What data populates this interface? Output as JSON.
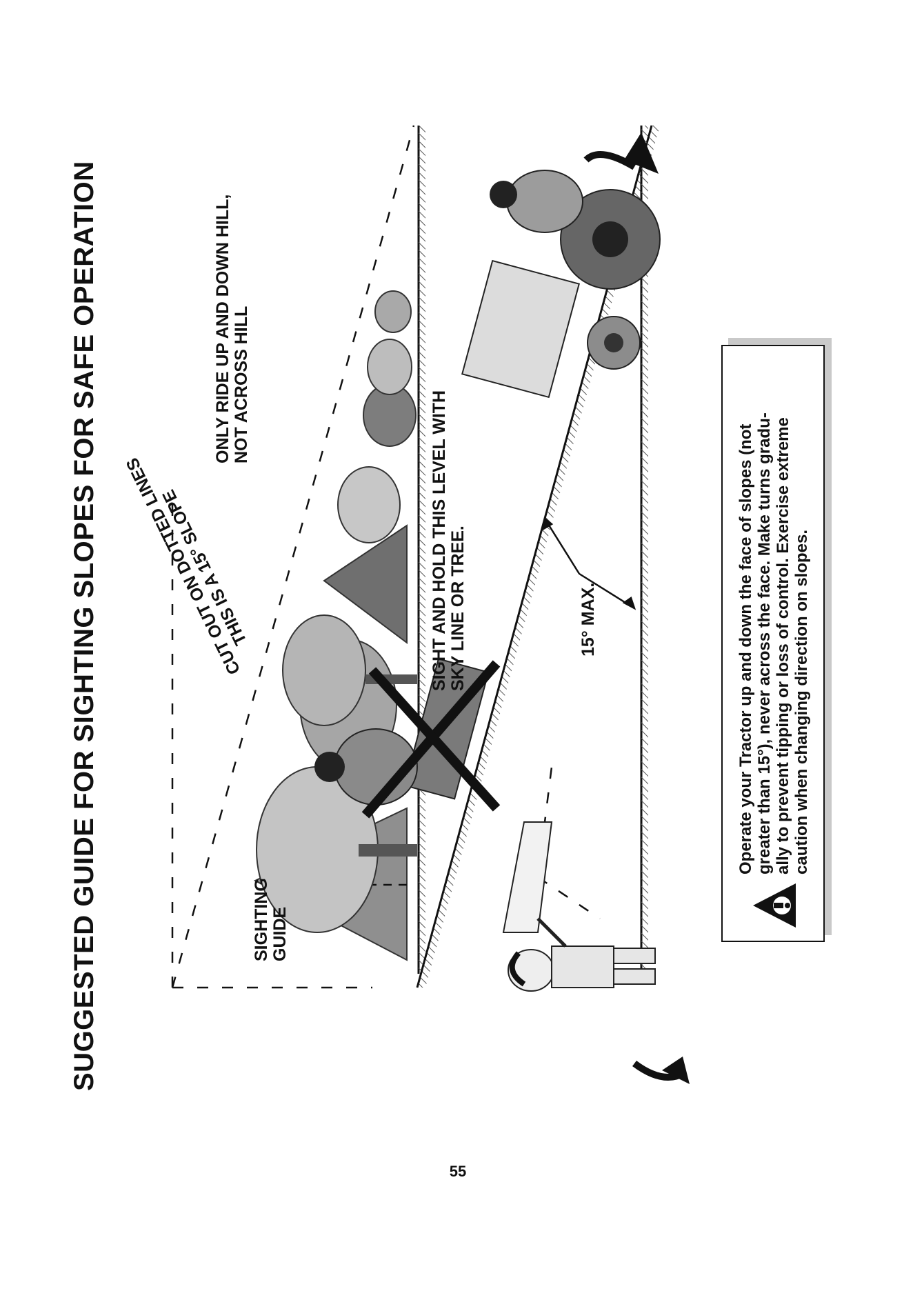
{
  "title": "SUGGESTED GUIDE FOR SIGHTING SLOPES FOR SAFE OPERATION",
  "labels": {
    "ride_line1": "ONLY RIDE UP AND DOWN HILL,",
    "ride_line2": "NOT ACROSS HILL",
    "cutout_line1": "CUT OUT ON DOTTED LINES",
    "cutout_line2": "THIS IS A 15° SLOPE",
    "sighting_line1": "SIGHTING",
    "sighting_line2": "GUIDE",
    "sight_line1": "SIGHT AND HOLD THIS LEVEL WITH",
    "sight_line2": "SKY LINE OR TREE.",
    "max_angle": "15° MAX."
  },
  "warning": {
    "icon": "warning-triangle-icon",
    "lines": [
      "Operate your Tractor up and down the face of slopes (not",
      "greater than 15°), never across the face. Make turns gradu-",
      "ally to prevent tipping or loss of control. Exercise extreme",
      "caution when changing direction on slopes."
    ]
  },
  "page_number": "55",
  "colors": {
    "ink": "#111111",
    "tree_gray": "#9a9a9a",
    "tree_light": "#c7c7c7",
    "tree_dark": "#6f6f6f",
    "box_shadow": "#c9c9c9"
  }
}
